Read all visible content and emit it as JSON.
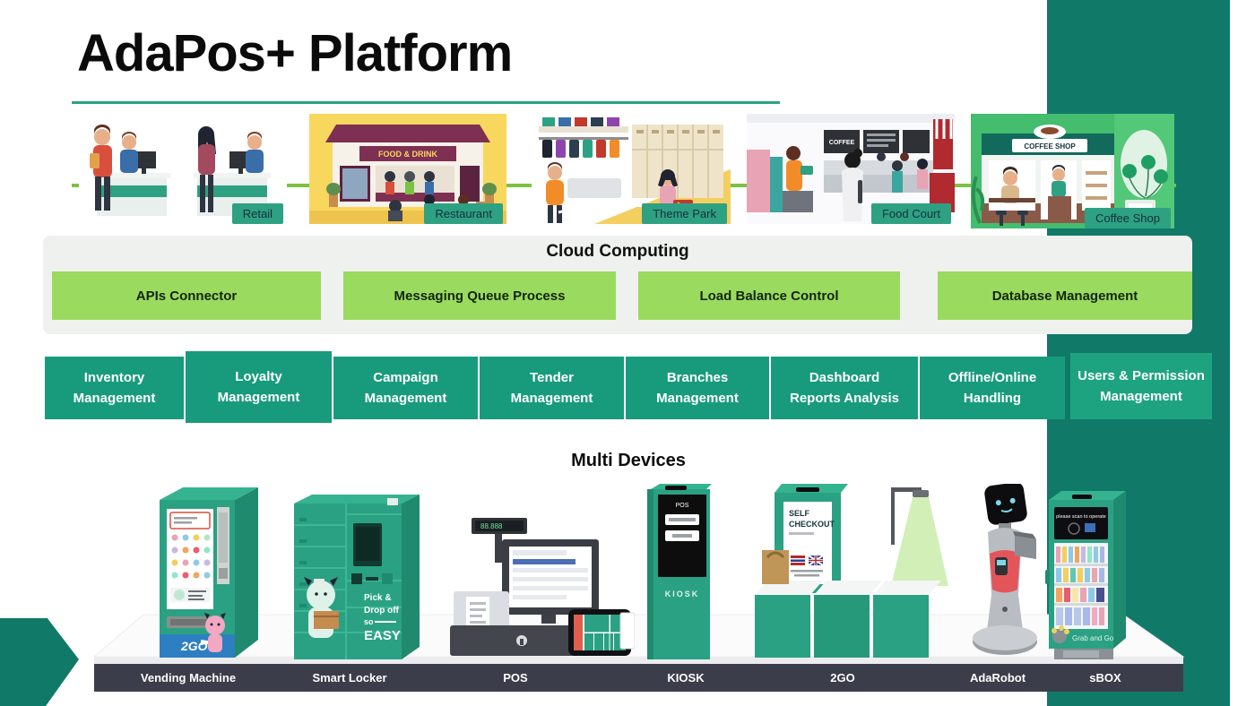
{
  "title": "AdaPos+ Platform",
  "scenes": [
    {
      "label": "Retail"
    },
    {
      "label": "Restaurant"
    },
    {
      "label": "Theme Park"
    },
    {
      "label": "Food Court"
    },
    {
      "label": "Coffee Shop"
    }
  ],
  "scene_art": {
    "restaurant_sign": "FOOD & DRINK",
    "food_court_board": "COFFEE",
    "coffee_shop_sign": "COFFEE SHOP"
  },
  "cloud": {
    "title": "Cloud Computing",
    "buttons": [
      {
        "label": "APIs Connector"
      },
      {
        "label": "Messaging Queue  Process"
      },
      {
        "label": "Load Balance Control"
      },
      {
        "label": "Database Management"
      }
    ]
  },
  "modules": [
    {
      "line1": "Inventory",
      "line2": "Management"
    },
    {
      "line1": "Loyalty",
      "line2": "Management"
    },
    {
      "line1": "Campaign",
      "line2": "Management"
    },
    {
      "line1": "Tender",
      "line2": "Management"
    },
    {
      "line1": "Branches",
      "line2": "Management"
    },
    {
      "line1": "Dashboard",
      "line2": "Reports Analysis"
    },
    {
      "line1": "Offline/Online",
      "line2": "Handling"
    },
    {
      "line1": "Users & Permission",
      "line2": "Management"
    }
  ],
  "devices_section": {
    "heading": "Multi Devices",
    "labels": [
      "Vending Machine",
      "Smart Locker",
      "POS",
      "KIOSK",
      "2GO",
      "AdaRobot",
      "sBOX"
    ]
  },
  "device_art": {
    "vending_brand": "2GO",
    "locker_text_1": "Pick &",
    "locker_text_2": "Drop off",
    "locker_text_3": "so",
    "locker_text_4": "EASY",
    "kiosk_label": "KIOSK",
    "selfcheckout_1": "SELF",
    "selfcheckout_2": "CHECKOUT",
    "sbox_header": "please scan to operate",
    "sbox_brand": "Grab and Go"
  },
  "colors": {
    "sidebar_teal": "#117968",
    "module_teal": "#189b7d",
    "tag_teal": "#2ea183",
    "button_green": "#9adb5f",
    "cloud_gray": "#eff1ef",
    "bottom_bar": "#3b3e4a",
    "connector_green": "#7cc242"
  }
}
